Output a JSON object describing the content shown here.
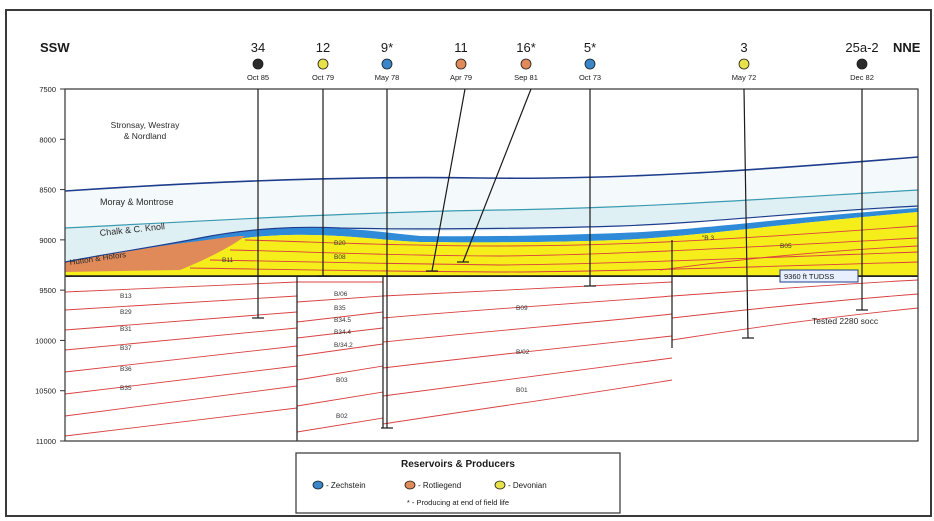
{
  "header": {
    "left_direction": "SSW",
    "right_direction": "NNE"
  },
  "wells": [
    {
      "name": "34",
      "date": "Oct 85",
      "reservoir": "none"
    },
    {
      "name": "12",
      "date": "Oct 79",
      "reservoir": "devonian"
    },
    {
      "name": "9*",
      "date": "May 78",
      "reservoir": "zechstein"
    },
    {
      "name": "11",
      "date": "Apr 79",
      "reservoir": "rotliegend"
    },
    {
      "name": "16*",
      "date": "Sep 81",
      "reservoir": "rotliegend"
    },
    {
      "name": "5*",
      "date": "Oct 73",
      "reservoir": "zechstein"
    },
    {
      "name": "3",
      "date": "May 72",
      "reservoir": "devonian"
    },
    {
      "name": "25a-2",
      "date": "Dec 82",
      "reservoir": "none"
    }
  ],
  "depth_axis": {
    "ticks": [
      "7500",
      "8000",
      "8500",
      "9000",
      "9500",
      "10000",
      "10500",
      "11000"
    ]
  },
  "formations": {
    "stronsay": "Stronsay, Westray",
    "stronsay_2": "& Nordland",
    "moray": "Moray & Montrose",
    "chalk": "Chalk & C. Knoll",
    "hutton": "Hutton & Hofors"
  },
  "unit_labels": {
    "b11": "B11",
    "b20": "B20",
    "b08": "B08",
    "b13": "B13",
    "b29": "B29",
    "b31": "B31",
    "b37": "B37",
    "b36": "B36",
    "b35": "B35",
    "b06": "B/06",
    "b35b": "B35",
    "b34_5": "B34.5",
    "b34_4": "B34.4",
    "b34_2": "B/34.2",
    "b03": "B03",
    "b02": "B02",
    "b09": "B09",
    "b0_2": "B/02",
    "b01": "B01",
    "b12": "\"B 3",
    "b05": "B05"
  },
  "annotations": {
    "tuds": "9360 ft TUDSS",
    "tested": "Tested 2280 socc"
  },
  "legend": {
    "title": "Reservoirs & Producers",
    "items": [
      {
        "label": "- Zechstein",
        "color": "#3a86c8"
      },
      {
        "label": "- Rotliegend",
        "color": "#e08a5a"
      },
      {
        "label": "- Devonian",
        "color": "#e8e24a"
      }
    ],
    "note": "* - Producing at end of field life"
  },
  "colors": {
    "zechstein": "#3a86c8",
    "rotliegend": "#e08a5a",
    "devonian": "#e8e24a",
    "none": "#2b2b2b",
    "devonian_sand": "#f5ee1a",
    "fault_lines": "#d84040",
    "boundary": "#1e3d8c",
    "chalk_blue": "#2f8ad8"
  }
}
